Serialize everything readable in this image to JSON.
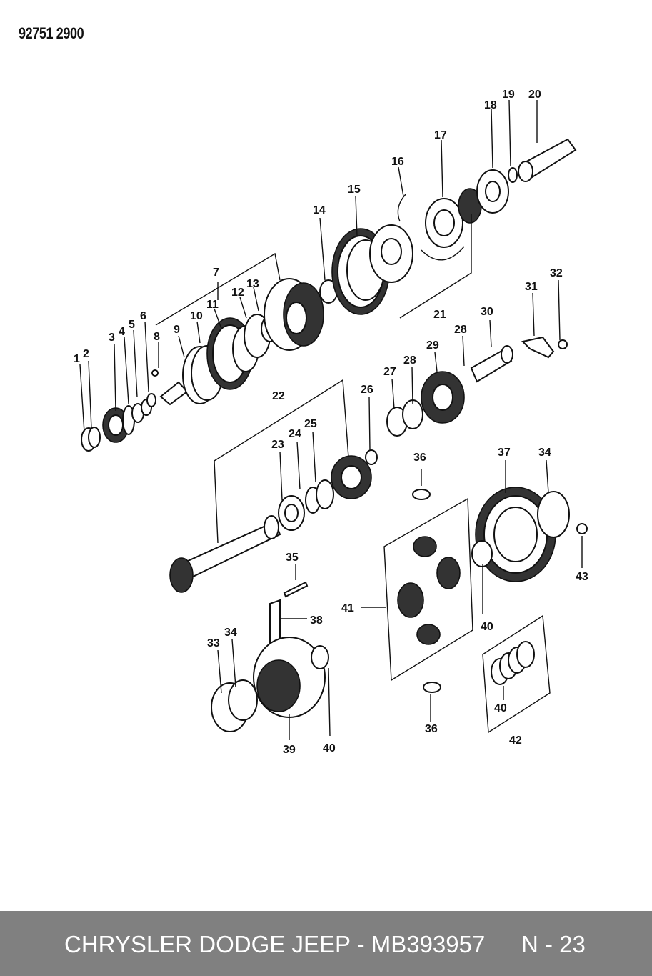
{
  "page": {
    "code": "92751 2900"
  },
  "callouts": [
    {
      "id": "c1",
      "text": "1"
    },
    {
      "id": "c2",
      "text": "2"
    },
    {
      "id": "c3",
      "text": "3"
    },
    {
      "id": "c4",
      "text": "4"
    },
    {
      "id": "c5",
      "text": "5"
    },
    {
      "id": "c6",
      "text": "6"
    },
    {
      "id": "c7",
      "text": "7"
    },
    {
      "id": "c8",
      "text": "8"
    },
    {
      "id": "c9",
      "text": "9"
    },
    {
      "id": "c10",
      "text": "10"
    },
    {
      "id": "c11",
      "text": "11"
    },
    {
      "id": "c12",
      "text": "12"
    },
    {
      "id": "c13",
      "text": "13"
    },
    {
      "id": "c14",
      "text": "14"
    },
    {
      "id": "c15",
      "text": "15"
    },
    {
      "id": "c16",
      "text": "16"
    },
    {
      "id": "c17",
      "text": "17"
    },
    {
      "id": "c18",
      "text": "18"
    },
    {
      "id": "c19",
      "text": "19"
    },
    {
      "id": "c20",
      "text": "20"
    },
    {
      "id": "c21",
      "text": "21"
    },
    {
      "id": "c22",
      "text": "22"
    },
    {
      "id": "c23",
      "text": "23"
    },
    {
      "id": "c24",
      "text": "24"
    },
    {
      "id": "c25",
      "text": "25"
    },
    {
      "id": "c26",
      "text": "26"
    },
    {
      "id": "c27",
      "text": "27"
    },
    {
      "id": "c28a",
      "text": "28"
    },
    {
      "id": "c28b",
      "text": "28"
    },
    {
      "id": "c29",
      "text": "29"
    },
    {
      "id": "c30",
      "text": "30"
    },
    {
      "id": "c31",
      "text": "31"
    },
    {
      "id": "c32",
      "text": "32"
    },
    {
      "id": "c33",
      "text": "33"
    },
    {
      "id": "c34a",
      "text": "34"
    },
    {
      "id": "c34b",
      "text": "34"
    },
    {
      "id": "c35",
      "text": "35"
    },
    {
      "id": "c36a",
      "text": "36"
    },
    {
      "id": "c36b",
      "text": "36"
    },
    {
      "id": "c37",
      "text": "37"
    },
    {
      "id": "c38",
      "text": "38"
    },
    {
      "id": "c39",
      "text": "39"
    },
    {
      "id": "c40a",
      "text": "40"
    },
    {
      "id": "c40b",
      "text": "40"
    },
    {
      "id": "c40c",
      "text": "40"
    },
    {
      "id": "c41",
      "text": "41"
    },
    {
      "id": "c42",
      "text": "42"
    },
    {
      "id": "c43",
      "text": "43"
    }
  ],
  "footer": {
    "brand_part": "CHRYSLER DODGE JEEP - MB393957",
    "page_number": "N - 23",
    "background_color": "#808080",
    "text_color": "#ffffff"
  }
}
